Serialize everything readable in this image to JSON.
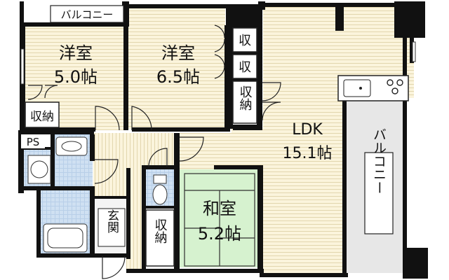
{
  "labels": {
    "balcony_top": "バルコニー",
    "balcony_right": "バルコニー",
    "western_1": "洋室",
    "western_1_size": "5.0帖",
    "western_2": "洋室",
    "western_2_size": "6.5帖",
    "storage_1": "収",
    "storage_2": "収",
    "storage_3": "収納",
    "storage_4": "収納",
    "storage_5": "収納",
    "ldk": "LDK",
    "ldk_size": "15.1帖",
    "ps": "PS",
    "washitsu": "和室",
    "washitsu_size": "5.2帖",
    "genkan": "玄関"
  },
  "colors": {
    "wood": "#fbf4dc",
    "wood_line": "#e2d6ae",
    "tile": "#cfe0f2",
    "tatami": "#d6f2cf",
    "balcony": "#e7e7e7",
    "wall": "#111111"
  }
}
